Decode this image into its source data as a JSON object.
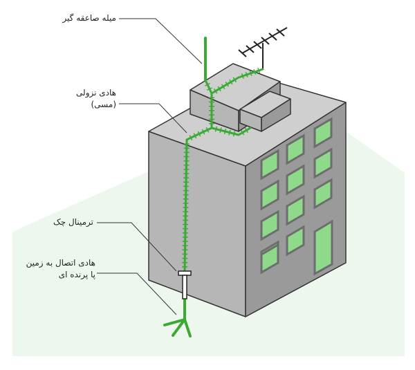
{
  "labels": {
    "lightning_rod": "میله صاعقه گیر",
    "down_conductor_line1": "هادی نزولی",
    "down_conductor_line2": "(مسی)",
    "check_terminal": "ترمینال چک",
    "earth_conductor_line1": "هادی اتصال به زمین",
    "earth_conductor_line2": "پا پرنده ای"
  },
  "colors": {
    "conductor": "#3aaa35",
    "ground_tint": "#eef7ee",
    "wall_left": "#b6b6b6",
    "wall_front": "#9a9a9a",
    "roof": "#cfcfcf",
    "window_glass": "#8fd98a",
    "window_frame": "#6d6d6d",
    "outline": "#333333",
    "leader": "#333333"
  }
}
